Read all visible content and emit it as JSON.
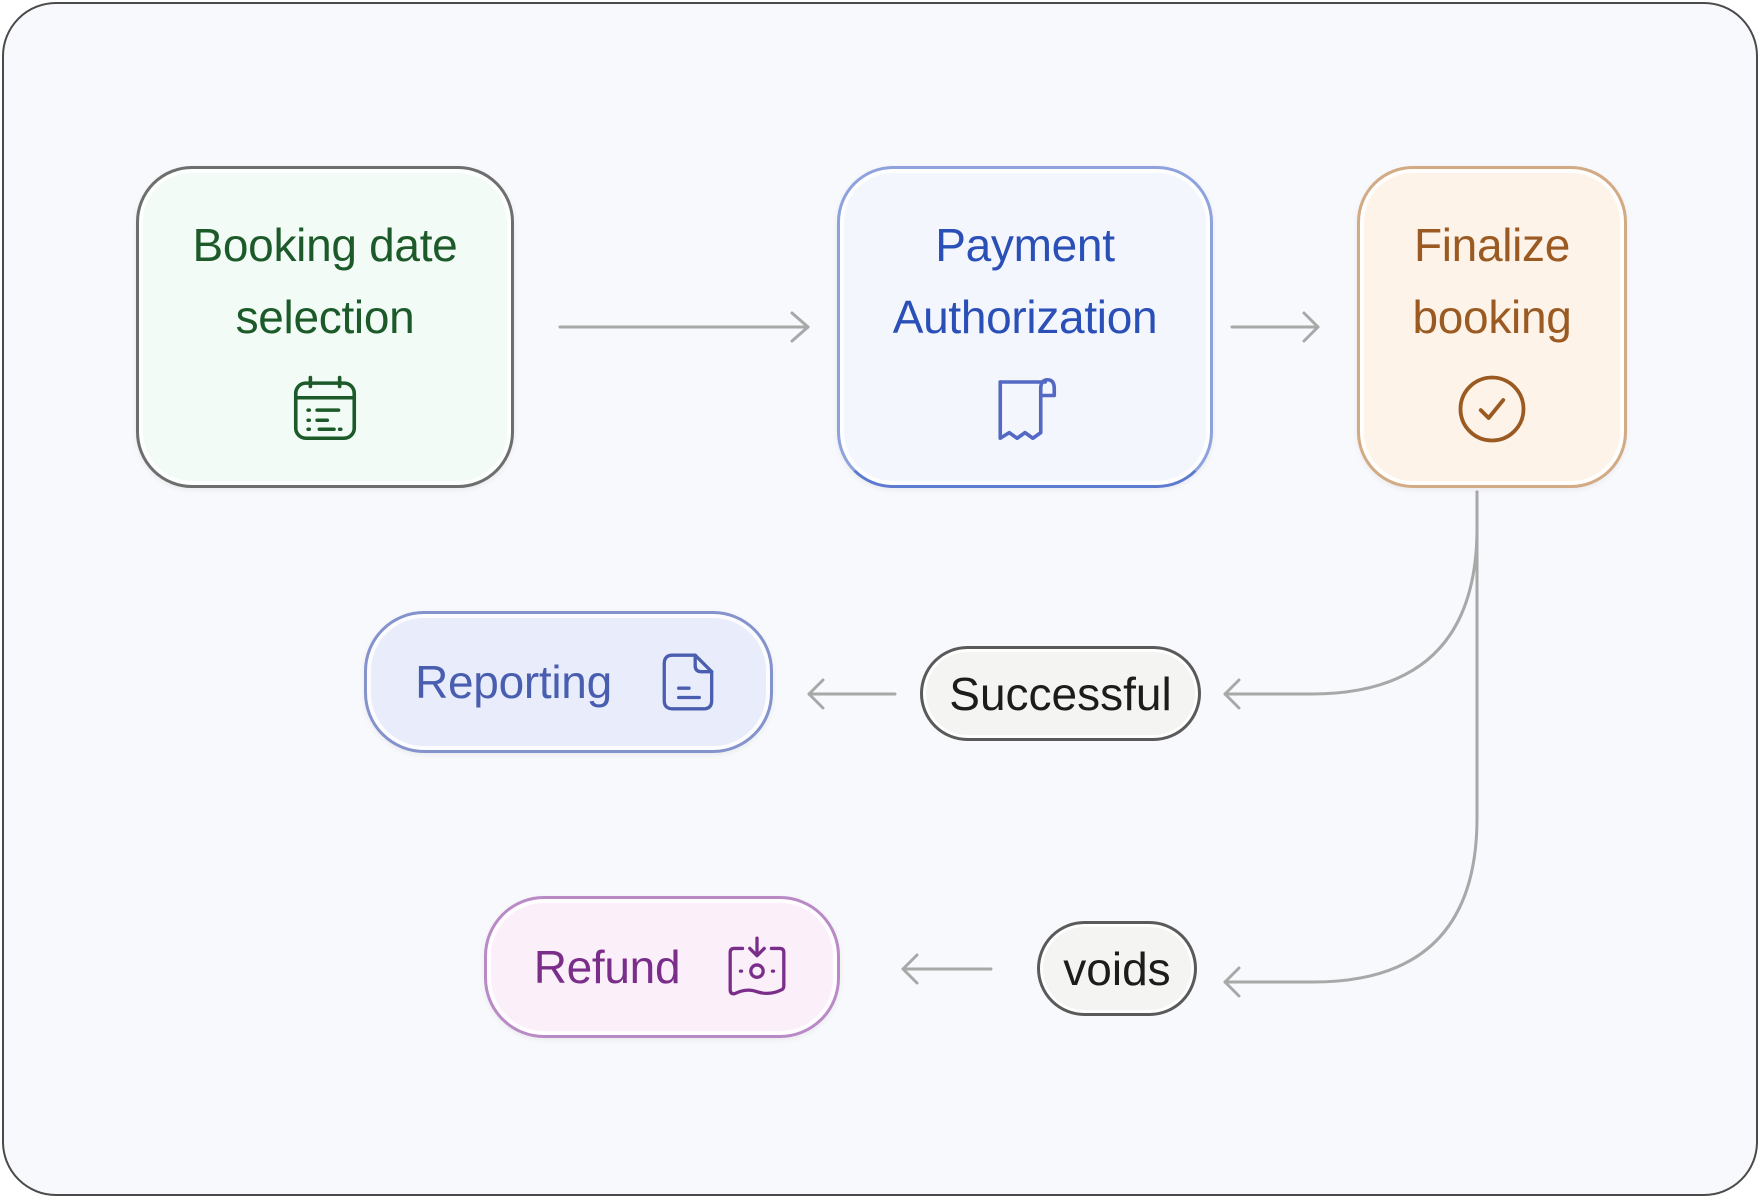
{
  "nodes": {
    "booking": {
      "label_line1": "Booking date",
      "label_line2": "selection",
      "icon": "calendar-icon",
      "color": "#1c5a2a"
    },
    "payment": {
      "label_line1": "Payment",
      "label_line2": "Authorization",
      "icon": "receipt-icon",
      "color": "#2a4fb7"
    },
    "finalize": {
      "label_line1": "Finalize",
      "label_line2": "booking",
      "icon": "check-circle-icon",
      "color": "#9a5a22"
    },
    "reporting": {
      "label": "Reporting",
      "icon": "document-icon",
      "color": "#4a5eb0"
    },
    "refund": {
      "label": "Refund",
      "icon": "money-download-icon",
      "color": "#7a2e8a"
    }
  },
  "edge_labels": {
    "successful": "Successful",
    "voids": "voids"
  },
  "connector_color": "#a8a8a8"
}
